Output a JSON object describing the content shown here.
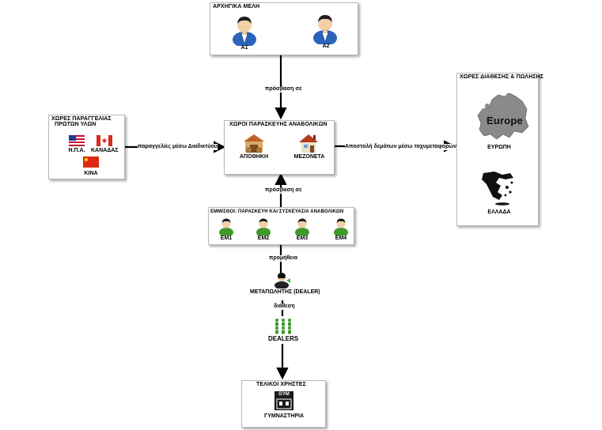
{
  "initial_means": {
    "title": "ΑΡΧΗΓΙΚΑ ΜΕΛΗ",
    "members": [
      "Α1",
      "Α2"
    ]
  },
  "raw_materials": {
    "title_line1": "ΧΩΡΕΣ ΠΑΡΑΓΓΕΛΙΑΣ",
    "title_line2": "ΠΡΩΤΩΝ ΥΛΩΝ",
    "countries": [
      "Η.Π.Α.",
      "ΚΑΝΑΔΑΣ",
      "ΚΙΝΑ"
    ]
  },
  "production": {
    "title": "ΧΩΡΟΙ ΠΑΡΑΣΚΕΥΗΣ ΑΝΑΒΟΛΙΚΩΝ",
    "places": [
      "ΑΠΟΘΗΚΗ",
      "ΜΕΖΟΝΕΤΑ"
    ]
  },
  "distribution": {
    "title": "ΧΩΡΕΣ ΔΙΑΘΕΣΗΣ & ΠΩΛΗΣΗΣ",
    "europe_map_text": "Europe",
    "regions": [
      "ΕΥΡΩΠΗ",
      "ΕΛΛΑΔΑ"
    ]
  },
  "workers": {
    "title": "ΕΜΜΙΣΘΟΙ: ΠΑΡΑΣΚΕΥΗ ΚΑΙ ΣΥΣΚΕΥΑΣΙΑ ΑΝΑΒΟΛΙΚΩΝ",
    "members": [
      "ΕΜ1",
      "ΕΜ2",
      "ΕΜ3",
      "ΕΜ4"
    ]
  },
  "flows": {
    "access_top": "πρόσβαση σε",
    "orders": "παραγγελίες μέσω Διαδικτύου",
    "shipping": "Αποστολή δεμάτων μέσω ταχυμεταφορών",
    "access_bottom": "πρόσβαση σε",
    "supply": "προμήθεια",
    "dealer_label": "ΜΕΤΑΠΩΛΗΤΗΣ (DEALER)",
    "disposal": "διάθεση",
    "dealers_label": "DEALERS"
  },
  "end_users": {
    "title": "ΤΕΛΙΚΟΙ ΧΡΗΣΤΕΣ",
    "gym_sign": "GYM",
    "gyms": "ΓΥΜΝΑΣΤΗΡΙΑ"
  },
  "colors": {
    "leader_shirt": "#2a63b8",
    "worker_shirt": "#3f9a2a",
    "arrow": "#000000",
    "map_gray": "#8a8a8a"
  }
}
